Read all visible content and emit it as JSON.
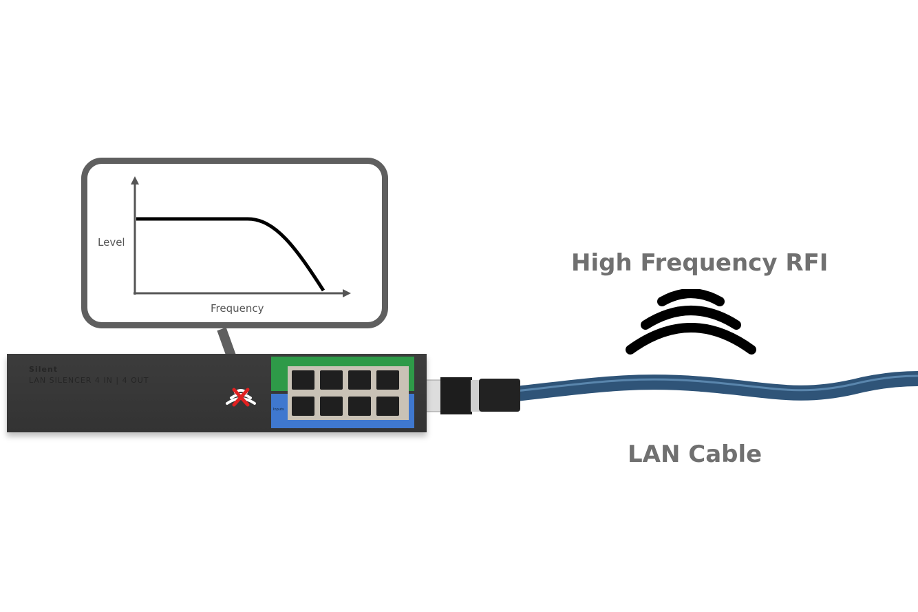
{
  "filter_graph": {
    "y_label": "Level",
    "x_label": "Frequency",
    "curve": "low-pass"
  },
  "labels": {
    "rfi": "High Frequency RFI",
    "cable": "LAN Cable"
  },
  "device": {
    "brand": "Silent",
    "model": "LAN SILENCER 4 IN | 4 OUT",
    "inputs_label": "Inputs"
  },
  "colors": {
    "bubble_border": "#5f5f5f",
    "device_body": "#383838",
    "outputs_panel": "#2e9a48",
    "inputs_panel": "#3f78cf",
    "cable": "#2f5478",
    "blocked_mark": "#e02020"
  },
  "icons": [
    "rfi-waves-icon",
    "blocked-rfi-icon"
  ]
}
